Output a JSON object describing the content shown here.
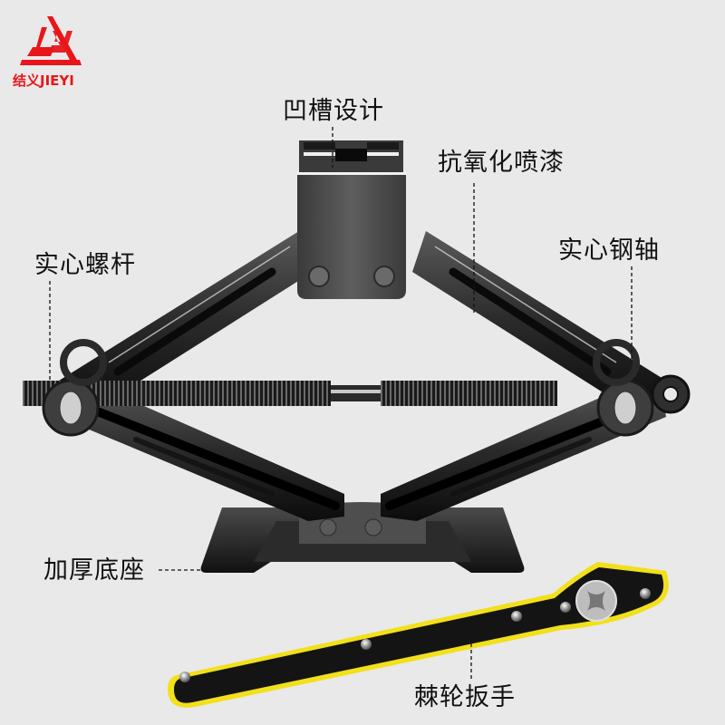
{
  "brand": {
    "name": "结义JIEYI",
    "logo_icon": "jy-triangle-logo",
    "color": "#e8161b"
  },
  "product": {
    "name": "scissor car jack with ratchet wrench",
    "background": "#e9e9e9",
    "body_color": "#1a1a1a",
    "wrench_outline_color": "#f2e01a"
  },
  "callouts": [
    {
      "id": "groove",
      "text": "凹槽设计"
    },
    {
      "id": "paint",
      "text": "抗氧化喷漆"
    },
    {
      "id": "screw",
      "text": "实心螺杆"
    },
    {
      "id": "shaft",
      "text": "实心钢轴"
    },
    {
      "id": "base",
      "text": "加厚底座"
    },
    {
      "id": "wrench",
      "text": "棘轮扳手"
    }
  ]
}
